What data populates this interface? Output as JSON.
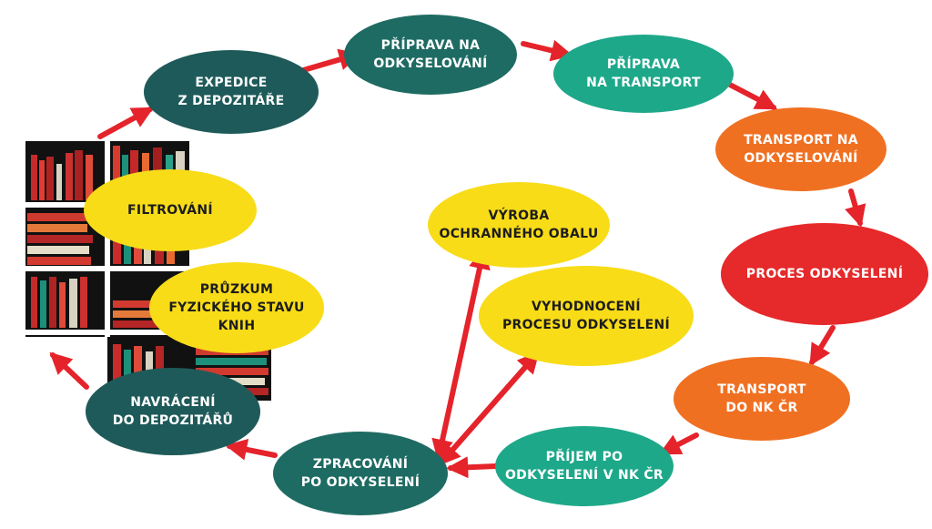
{
  "diagram": {
    "colors": {
      "teal_dark": "#1f5a5a",
      "teal_mid": "#1e6b63",
      "green": "#1ea88a",
      "orange": "#f07022",
      "red": "#e6292a",
      "yellow": "#f8dc18",
      "arrow": "#e5232b"
    },
    "nodes": {
      "expedice": "EXPEDICE\nZ DEPOZITÁŘE",
      "priprava_odkyselovani": "PŘÍPRAVA NA\nODKYSELOVÁNÍ",
      "priprava_transport": "PŘÍPRAVA\nNA TRANSPORT",
      "transport_odkyselovani": "TRANSPORT NA\nODKYSELOVÁNÍ",
      "proces_odkyseleni": "PROCES ODKYSELENÍ",
      "transport_nk": "TRANSPORT\nDO NK ČR",
      "prijem": "PŘÍJEM PO\nODKYSELENÍ V NK ČR",
      "zpracovani": "ZPRACOVÁNÍ\nPO ODKYSELENÍ",
      "navraceni": "NAVRÁCENÍ\nDO DEPOZITÁŘŮ",
      "filtrovani": "FILTROVÁNÍ",
      "pruzkum": "PRŮZKUM\nFYZICKÉHO STAVU\nKNIH",
      "vyroba": "VÝROBA\nOCHRANNÉHO OBALU",
      "vyhodnoceni": "VYHODNOCENÍ\nPROCESU ODKYSELENÍ"
    }
  }
}
